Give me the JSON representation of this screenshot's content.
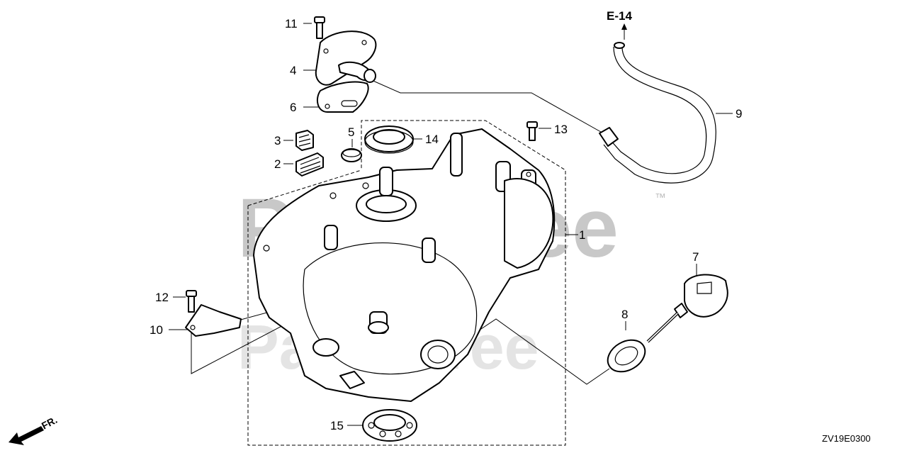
{
  "watermark": {
    "brand": "PartsTree",
    "trademark": "™",
    "secondary": "Parts Tree"
  },
  "reference": {
    "label": "E-14"
  },
  "diagram_code": "ZV19E0300",
  "orientation": {
    "label": "FR."
  },
  "callouts": [
    {
      "id": "c1",
      "label": "1",
      "part": "crankcase"
    },
    {
      "id": "c2",
      "label": "2",
      "part": "filter-screen"
    },
    {
      "id": "c3",
      "label": "3",
      "part": "filter-block"
    },
    {
      "id": "c4",
      "label": "4",
      "part": "breather-cover"
    },
    {
      "id": "c5",
      "label": "5",
      "part": "disc-plug"
    },
    {
      "id": "c6",
      "label": "6",
      "part": "breather-gasket"
    },
    {
      "id": "c7",
      "label": "7",
      "part": "oil-dipstick"
    },
    {
      "id": "c8",
      "label": "8",
      "part": "o-ring"
    },
    {
      "id": "c9",
      "label": "9",
      "part": "breather-tube"
    },
    {
      "id": "c10",
      "label": "10",
      "part": "bracket-plate"
    },
    {
      "id": "c11",
      "label": "11",
      "part": "bolt"
    },
    {
      "id": "c12",
      "label": "12",
      "part": "bolt"
    },
    {
      "id": "c13",
      "label": "13",
      "part": "bolt"
    },
    {
      "id": "c14",
      "label": "14",
      "part": "oil-seal"
    },
    {
      "id": "c15",
      "label": "15",
      "part": "ball-bearing"
    }
  ]
}
